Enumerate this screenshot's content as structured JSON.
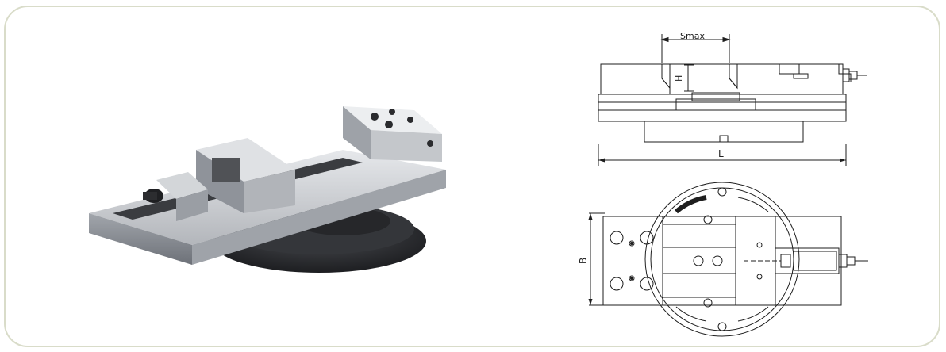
{
  "frame": {
    "border_color": "#d9dcc9"
  },
  "drawing": {
    "dimensions": {
      "smax": "Smax",
      "h": "H",
      "l": "L",
      "b": "B"
    }
  },
  "colors": {
    "steel": "#b9bcc1",
    "steel_dark": "#8d9197",
    "base": "#2b2d31",
    "line": "#1e1e1e"
  }
}
